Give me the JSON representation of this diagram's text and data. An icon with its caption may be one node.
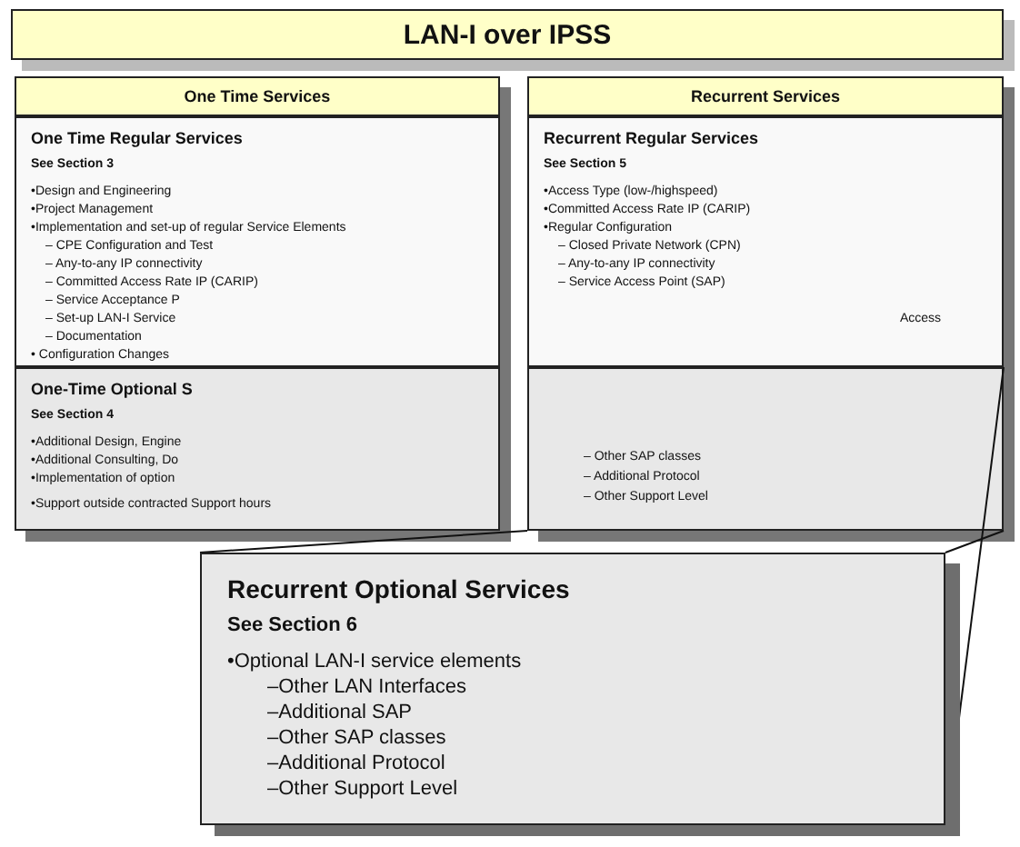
{
  "diagram": {
    "title": "LAN-I over IPSS",
    "nodes": [
      {
        "text": [
          "One Time Services"
        ]
      },
      {
        "text": [
          "One Time Regular Services",
          "See Section 3",
          "•Design and Engineering",
          "•Project Management",
          "•Implementation and set-up of regular Service Elements",
          "– CPE Configuration and Test",
          "– Any-to-any IP connectivity",
          "– Committed Access Rate IP (CARIP)",
          "– Service Acceptance P",
          "– Set-up LAN-I Service",
          "– Documentation",
          "• Configuration Changes"
        ],
        "in": 0
      },
      {
        "text": [
          "One-Time Optional S",
          "See Section 4",
          "•Additional Design, Engine",
          "•Additional Consulting, Do",
          "•Implementation of option",
          "•Support outside contracted Support hours"
        ],
        "in": 0
      },
      {
        "text": [
          "Recurrent Services"
        ]
      },
      {
        "text": [
          "Recurrent Regular Services",
          "See Section 5",
          "•Access Type (low-/highspeed)",
          "•Committed Access Rate IP (CARIP)",
          "•Regular Configuration",
          "– Closed Private Network (CPN)",
          "– Any-to-any IP connectivity",
          "– Service Access Point (SAP)",
          "Access"
        ],
        "in": 3
      },
      {
        "text": [
          "– Other SAP classes",
          "– Additional Protocol",
          "– Other Support Level"
        ],
        "in": 3
      },
      {
        "text": [
          "Recurrent Optional Services",
          "See Section 6",
          "•Optional LAN-I service elements",
          "–Other LAN Interfaces",
          "–Additional SAP",
          "–Other SAP classes",
          "–Additional Protocol",
          "–Other Support Level"
        ]
      }
    ],
    "edges": [
      {
        "from": 6,
        "to": 5,
        "arrow": "none"
      },
      {
        "from": 6,
        "to": 5,
        "arrow": "none"
      },
      {
        "from": 6,
        "to": 5,
        "arrow": "none"
      }
    ]
  }
}
